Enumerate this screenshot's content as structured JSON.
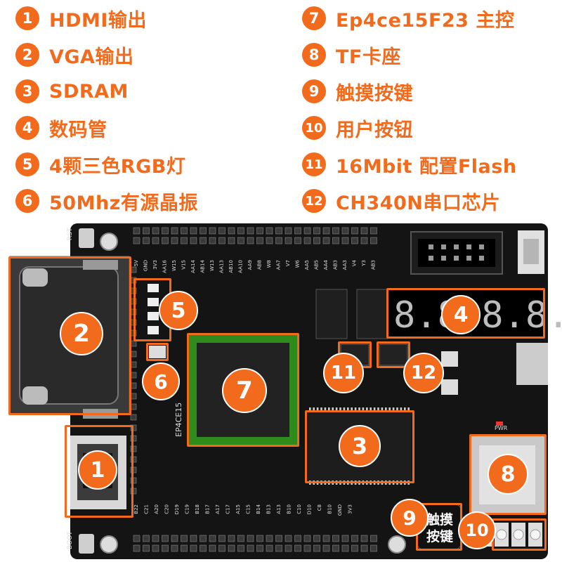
{
  "legend": [
    {
      "num": "1",
      "text": "HDMI输出"
    },
    {
      "num": "2",
      "text": "VGA输出"
    },
    {
      "num": "3",
      "text": "SDRAM"
    },
    {
      "num": "4",
      "text": "数码管"
    },
    {
      "num": "5",
      "text": "4颗三色RGB灯"
    },
    {
      "num": "6",
      "text": "50Mhz有源晶振"
    },
    {
      "num": "7",
      "text": "Ep4ce15F23 主控"
    },
    {
      "num": "8",
      "text": "TF卡座"
    },
    {
      "num": "9",
      "text": "触摸按键"
    },
    {
      "num": "10",
      "text": "用户按钮"
    },
    {
      "num": "11",
      "text": "16Mbit 配置Flash"
    },
    {
      "num": "12",
      "text": "CH340N串口芯片"
    }
  ],
  "board": {
    "chip_marking": "EP4CE15",
    "rst_label": "RST",
    "boot_label": "BOOT",
    "pwr_label": "PWR",
    "seg_display": "8.8.8.8.",
    "touch_label_line1": "触摸",
    "touch_label_line2": "按键",
    "top_pins": [
      "5V",
      "GND",
      "3V3",
      "AA16",
      "W15",
      "V15",
      "AA14",
      "AB14",
      "W13",
      "AA13",
      "AB10",
      "AA10",
      "AA9",
      "AB8",
      "W8",
      "AA7",
      "V7",
      "W6",
      "AA5",
      "AB5",
      "AA4",
      "AB3",
      "AA3",
      "V4",
      "Y3",
      "AB3"
    ],
    "bottom_pins": [
      "B22",
      "C21",
      "A20",
      "C20",
      "D19",
      "C19",
      "B18",
      "B17",
      "A17",
      "C17",
      "A15",
      "C15",
      "B14",
      "B13",
      "A13",
      "B10",
      "C10",
      "D10",
      "C8",
      "B10",
      "GND",
      "3V3"
    ],
    "callouts": [
      "1",
      "2",
      "3",
      "4",
      "5",
      "6",
      "7",
      "8",
      "9",
      "10",
      "11",
      "12"
    ]
  },
  "colors": {
    "accent": "#f26b1d",
    "board": "#141414"
  }
}
